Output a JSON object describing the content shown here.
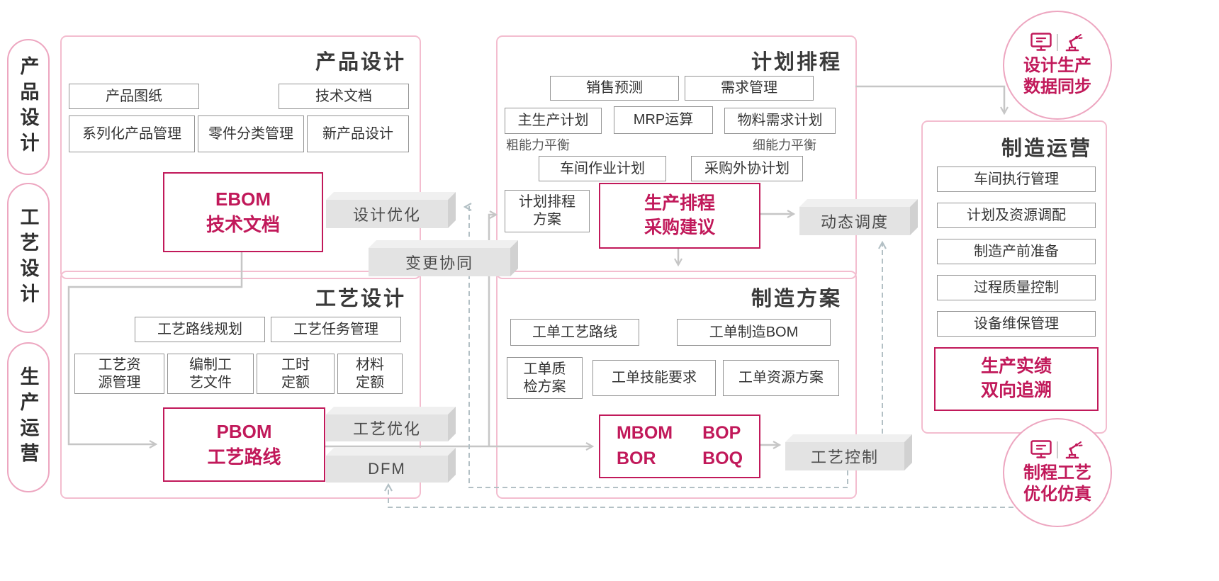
{
  "palette": {
    "accent_crimson": "#c1195a",
    "frame_pink": "#f3bdcf",
    "connector_gray": "#e3e3e3",
    "arrow_gray": "#c6c6c6",
    "arrow_dashed": "#b3c0c5"
  },
  "rails": [
    {
      "label": "产品设计"
    },
    {
      "label": "工艺设计"
    },
    {
      "label": "生产运营"
    }
  ],
  "sections": {
    "product": {
      "title": "产品设计",
      "items": [
        "产品图纸",
        "技术文档",
        "系列化产品管理",
        "零件分类管理",
        "新产品设计"
      ],
      "bom": {
        "line1": "EBOM",
        "line2": "技术文档"
      }
    },
    "process": {
      "title": "工艺设计",
      "items": [
        "工艺路线规划",
        "工艺任务管理",
        "工艺资\n源管理",
        "编制工\n艺文件",
        "工时\n定额",
        "材料\n定额"
      ],
      "bom": {
        "line1": "PBOM",
        "line2": "工艺路线"
      }
    },
    "planning": {
      "title": "计划排程",
      "items": [
        "销售预测",
        "需求管理",
        "主生产计划",
        "MRP运算",
        "物料需求计划",
        "车间作业计划",
        "采购外协计划",
        "计划排程\n方案"
      ],
      "notes": [
        "粗能力平衡",
        "细能力平衡"
      ],
      "bom": {
        "line1": "生产排程",
        "line2": "采购建议"
      }
    },
    "solution": {
      "title": "制造方案",
      "items": [
        "工单工艺路线",
        "工单制造BOM",
        "工单质\n检方案",
        "工单技能要求",
        "工单资源方案"
      ],
      "bom": {
        "l1a": "MBOM",
        "l1b": "BOP",
        "l2a": "BOR",
        "l2b": "BOQ"
      }
    },
    "operations": {
      "title": "制造运营",
      "items": [
        "车间执行管理",
        "计划及资源调配",
        "制造产前准备",
        "过程质量控制",
        "设备维保管理"
      ],
      "bom": {
        "line1": "生产实绩",
        "line2": "双向追溯"
      }
    }
  },
  "connectors": {
    "design_opt": "设计优化",
    "change_collab": "变更协同",
    "process_opt": "工艺优化",
    "dfm": "DFM",
    "dynamic_dispatch": "动态调度",
    "process_control": "工艺控制"
  },
  "badges": {
    "top": {
      "line1": "设计生产",
      "line2": "数据同步"
    },
    "bottom": {
      "line1": "制程工艺",
      "line2": "优化仿真"
    }
  }
}
